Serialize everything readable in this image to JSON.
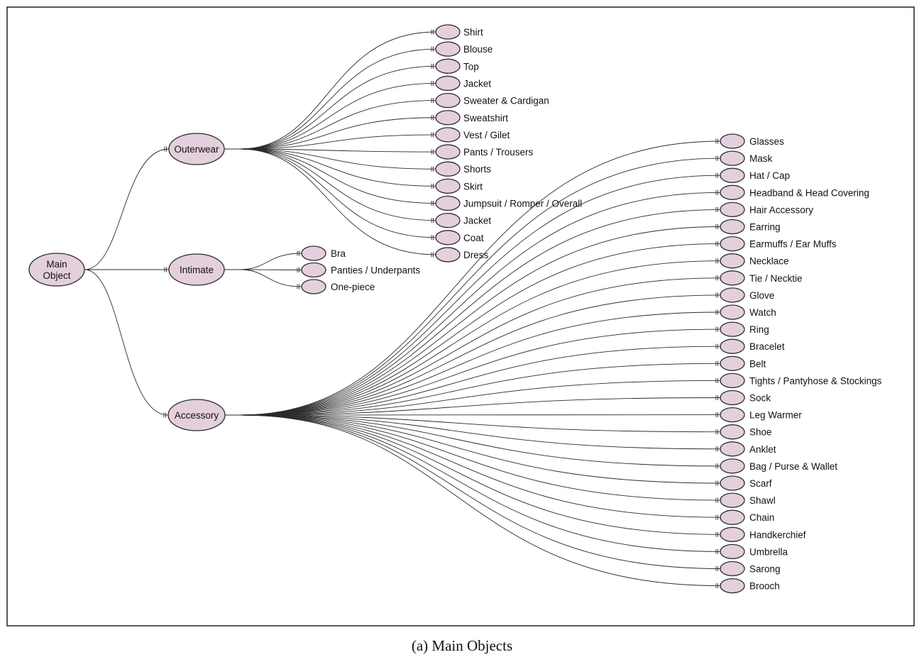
{
  "caption": "(a)   Main Objects",
  "root": {
    "label": "Main Object"
  },
  "branches": [
    {
      "label": "Outerwear",
      "children": [
        "Shirt",
        "Blouse",
        "Top",
        "Jacket",
        "Sweater & Cardigan",
        "Sweatshirt",
        "Vest / Gilet",
        "Pants / Trousers",
        "Shorts",
        "Skirt",
        "Jumpsuit / Romper / Overall",
        "Jacket",
        "Coat",
        "Dress"
      ]
    },
    {
      "label": "Intimate",
      "children": [
        "Bra",
        "Panties / Underpants",
        "One-piece"
      ]
    },
    {
      "label": "Accessory",
      "children": [
        "Glasses",
        "Mask",
        "Hat / Cap",
        "Headband & Head Covering",
        "Hair Accessory",
        "Earring",
        "Earmuffs / Ear Muffs",
        "Necklace",
        "Tie / Necktie",
        "Glove",
        "Watch",
        "Ring",
        "Bracelet",
        "Belt",
        "Tights / Pantyhose & Stockings",
        "Sock",
        "Leg Warmer",
        "Shoe",
        "Anklet",
        "Bag / Purse & Wallet",
        "Scarf",
        "Shawl",
        "Chain",
        "Handkerchief",
        "Umbrella",
        "Sarong",
        "Brooch"
      ]
    }
  ],
  "colors": {
    "node_fill": "#e4cfdd",
    "line": "#2b2b2b"
  }
}
